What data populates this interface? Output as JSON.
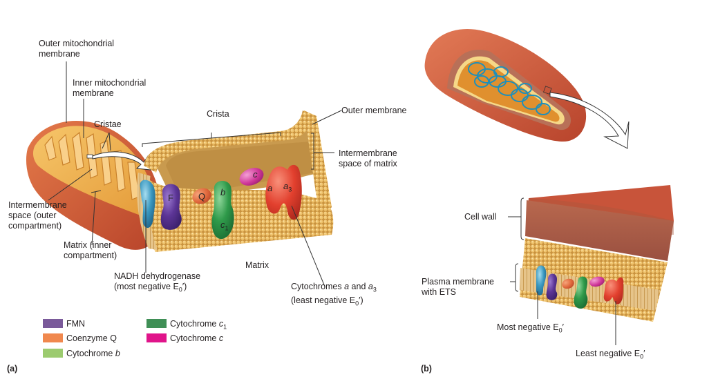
{
  "panel_a": {
    "tag": "(a)",
    "labels": {
      "outer_mito_membrane": [
        "Outer mitochondrial",
        "membrane"
      ],
      "inner_mito_membrane": [
        "Inner mitochondrial",
        "membrane"
      ],
      "cristae": "Cristae",
      "intermembrane_outer": [
        "Intermembrane",
        "space (outer",
        "compartment)"
      ],
      "matrix_inner": [
        "Matrix (inner",
        "compartment)"
      ],
      "crista": "Crista",
      "outer_membrane": "Outer membrane",
      "intermembrane_matrix": [
        "Intermembrane",
        "space of matrix"
      ],
      "matrix": "Matrix",
      "nadh_line1": "NADH dehydrogenase",
      "nadh_line2_prefix": "(most negative E",
      "nadh_sub": "0",
      "nadh_suffix": "′)",
      "cyt_line1_prefix": "Cytochromes ",
      "cyt_a": "a",
      "cyt_and": " and ",
      "cyt_a3": "a",
      "cyt_a3_sub": "3",
      "cyt_line2_prefix": "(least negative E",
      "cyt_sub": "0",
      "cyt_suffix": "′)"
    },
    "proteins": {
      "fmn": "F",
      "coq": "Q",
      "cyt_b": "b",
      "cyt_c1": "c",
      "cyt_c1_sub": "1",
      "cyt_c": "c",
      "cyt_a": "a",
      "cyt_a3": "a",
      "cyt_a3_sub": "3"
    },
    "legend": [
      {
        "label": "FMN",
        "color": "#7a5a9a"
      },
      {
        "label": "Coenzyme Q",
        "color": "#f0884e"
      },
      {
        "label": "Cytochrome b",
        "italic": "b",
        "color": "#9ccb6f"
      },
      {
        "label": "Cytochrome c1",
        "italic": "c",
        "sub": "1",
        "color": "#3f8f56"
      },
      {
        "label": "Cytochrome c",
        "italic": "c",
        "color": "#e0148a"
      }
    ],
    "legend_text": {
      "fmn": "FMN",
      "coq": "Coenzyme Q",
      "cyt_b_prefix": "Cytochrome ",
      "cyt_b_it": "b",
      "cyt_c1_prefix": "Cytochrome ",
      "cyt_c1_it": "c",
      "cyt_c1_sub": "1",
      "cyt_c_prefix": "Cytochrome ",
      "cyt_c_it": "c"
    }
  },
  "panel_b": {
    "tag": "(b)",
    "labels": {
      "cell_wall": "Cell wall",
      "plasma_membrane": [
        "Plasma membrane",
        "with ETS"
      ],
      "most_negative_prefix": "Most negative E",
      "most_negative_sub": "0",
      "most_negative_suffix": "′",
      "least_negative_prefix": "Least negative E",
      "least_negative_sub": "0",
      "least_negative_suffix": "′"
    }
  },
  "colors": {
    "membrane_gold": "#d9a24e",
    "head_gold": "#e8b865",
    "mito_outer": "#d8623a",
    "mito_inner": "#f0a840",
    "nadh_blue": "#2f88b0",
    "fmn_purple": "#5c3596",
    "coq_orange": "#e0683c",
    "cyt_green": "#2f9a4a",
    "cyt_c_pink": "#d0389a",
    "cyt_a_red": "#e2402e",
    "dna_cyan": "#2a9fc8",
    "bacterium_red": "#c8502e"
  }
}
